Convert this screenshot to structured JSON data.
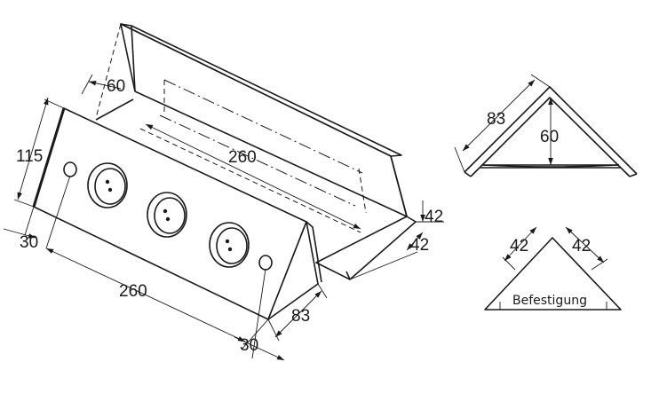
{
  "isometric_view": {
    "dim_back_width": "60",
    "dim_height": "115",
    "dim_length_top": "260",
    "dim_length_bottom": "260",
    "dim_hole_left": "30",
    "dim_hole_right": "30",
    "dim_side": "83",
    "dim_flange_a": "42",
    "dim_flange_b": "42"
  },
  "section_view": {
    "dim_side": "83",
    "dim_height": "60"
  },
  "mounting_view": {
    "dim_left": "42",
    "dim_right": "42",
    "label": "Befestigung"
  }
}
